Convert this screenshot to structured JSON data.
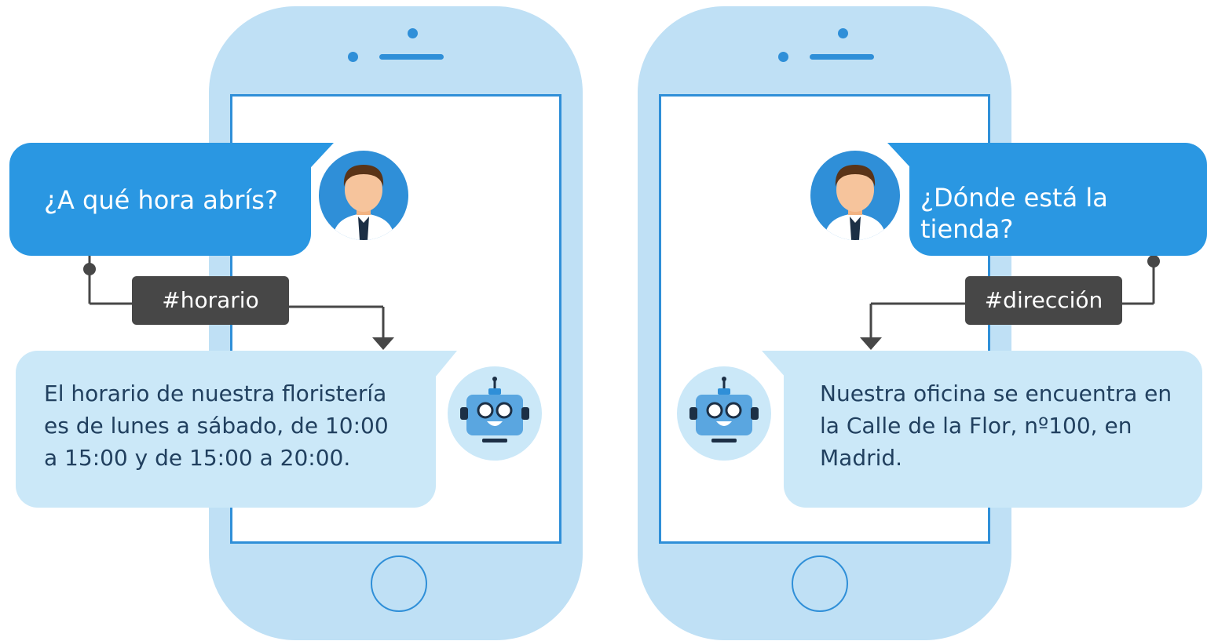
{
  "panels": [
    {
      "user_message": "¿A qué hora abrís?",
      "intent_tag": "#horario",
      "bot_reply": "El horario de nuestra floristería\nes de lunes a sábado, de 10:00\na 15:00 y de 15:00 a 20:00."
    },
    {
      "user_message": "¿Dónde está la tienda?",
      "intent_tag": "#dirección",
      "bot_reply": "Nuestra oficina se encuentra en\nla Calle de la Flor, nº100, en\nMadrid."
    }
  ],
  "colors": {
    "phone_body": "#bfe0f5",
    "phone_outline": "#2f8fd8",
    "user_bubble": "#2a97e2",
    "bot_bubble": "#cbe8f8",
    "tag": "#474747",
    "connector": "#474747"
  },
  "icons": {
    "user_avatar": "man-avatar-icon",
    "bot_avatar": "robot-avatar-icon"
  }
}
